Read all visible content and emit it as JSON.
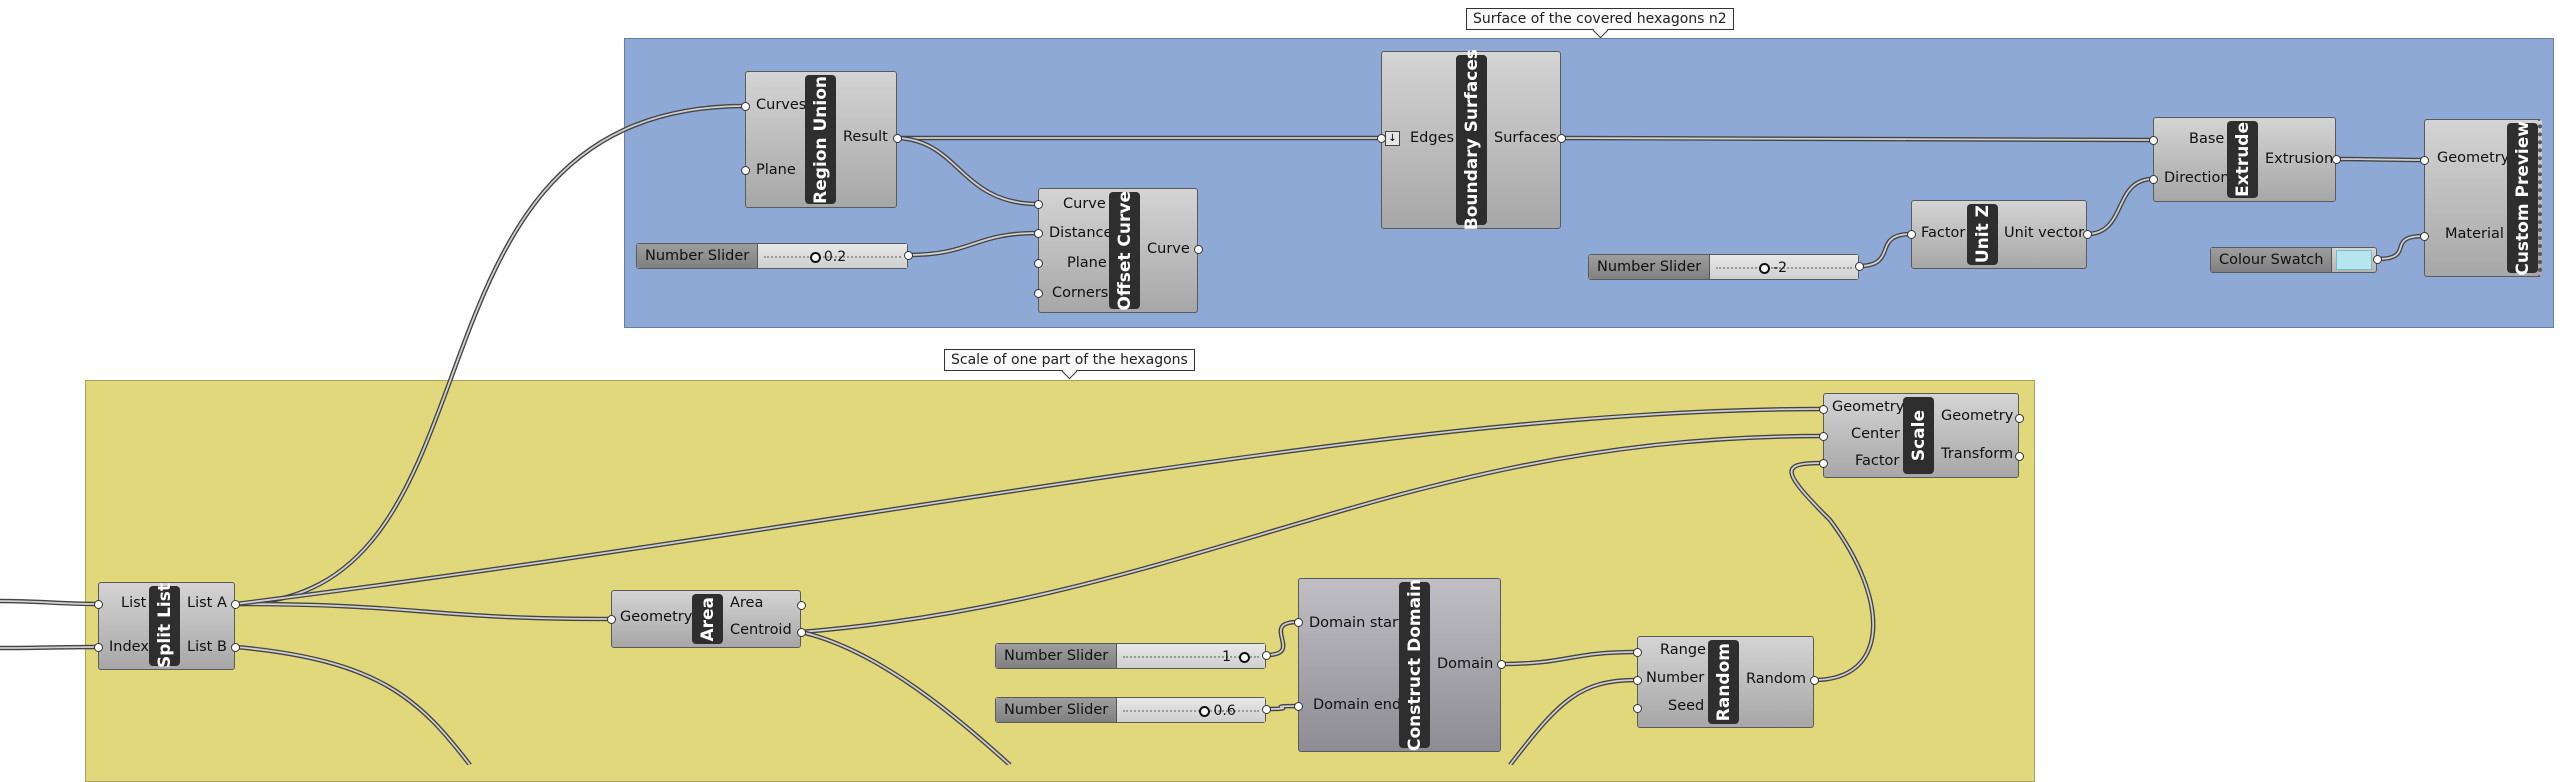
{
  "groups": {
    "blue": {
      "label": "Surface of the covered hexagons n2",
      "color": "#8fa9d6"
    },
    "yellow": {
      "label": "Scale of one part of the hexagons",
      "color": "#e0d87b"
    }
  },
  "components": {
    "region_union": {
      "name": "Region Union",
      "inputs": [
        "Curves",
        "Plane"
      ],
      "outputs": [
        "Result"
      ]
    },
    "offset_curve": {
      "name": "Offset Curve",
      "inputs": [
        "Curve",
        "Distance",
        "Plane",
        "Corners"
      ],
      "outputs": [
        "Curve"
      ]
    },
    "boundary_surfaces": {
      "name": "Boundary Surfaces",
      "inputs": [
        "Edges"
      ],
      "outputs": [
        "Surfaces"
      ]
    },
    "unit_z": {
      "name": "Unit Z",
      "inputs": [
        "Factor"
      ],
      "outputs": [
        "Unit vector"
      ]
    },
    "extrude": {
      "name": "Extrude",
      "inputs": [
        "Base",
        "Direction"
      ],
      "outputs": [
        "Extrusion"
      ]
    },
    "custom_preview": {
      "name": "Custom Preview",
      "inputs": [
        "Geometry",
        "Material"
      ],
      "outputs": []
    },
    "split_list": {
      "name": "Split List",
      "inputs": [
        "List",
        "Index"
      ],
      "outputs": [
        "List A",
        "List B"
      ]
    },
    "area": {
      "name": "Area",
      "inputs": [
        "Geometry"
      ],
      "outputs": [
        "Area",
        "Centroid"
      ]
    },
    "scale": {
      "name": "Scale",
      "inputs": [
        "Geometry",
        "Center",
        "Factor"
      ],
      "outputs": [
        "Geometry",
        "Transform"
      ]
    },
    "construct_domain": {
      "name": "Construct Domain",
      "inputs": [
        "Domain start",
        "Domain end"
      ],
      "outputs": [
        "Domain"
      ]
    },
    "random": {
      "name": "Random",
      "inputs": [
        "Range",
        "Number",
        "Seed"
      ],
      "outputs": [
        "Random"
      ]
    }
  },
  "sliders": {
    "offset": {
      "label": "Number Slider",
      "value": "0.2",
      "position": 0.35
    },
    "unitz": {
      "label": "Number Slider",
      "value": "-2",
      "position": 0.33
    },
    "dstart": {
      "label": "Number Slider",
      "value": "1",
      "position": 0.92
    },
    "dend": {
      "label": "Number Slider",
      "value": "0.6",
      "position": 0.6
    }
  },
  "swatch": {
    "label": "Colour Swatch",
    "color": "#b5e6ef"
  }
}
